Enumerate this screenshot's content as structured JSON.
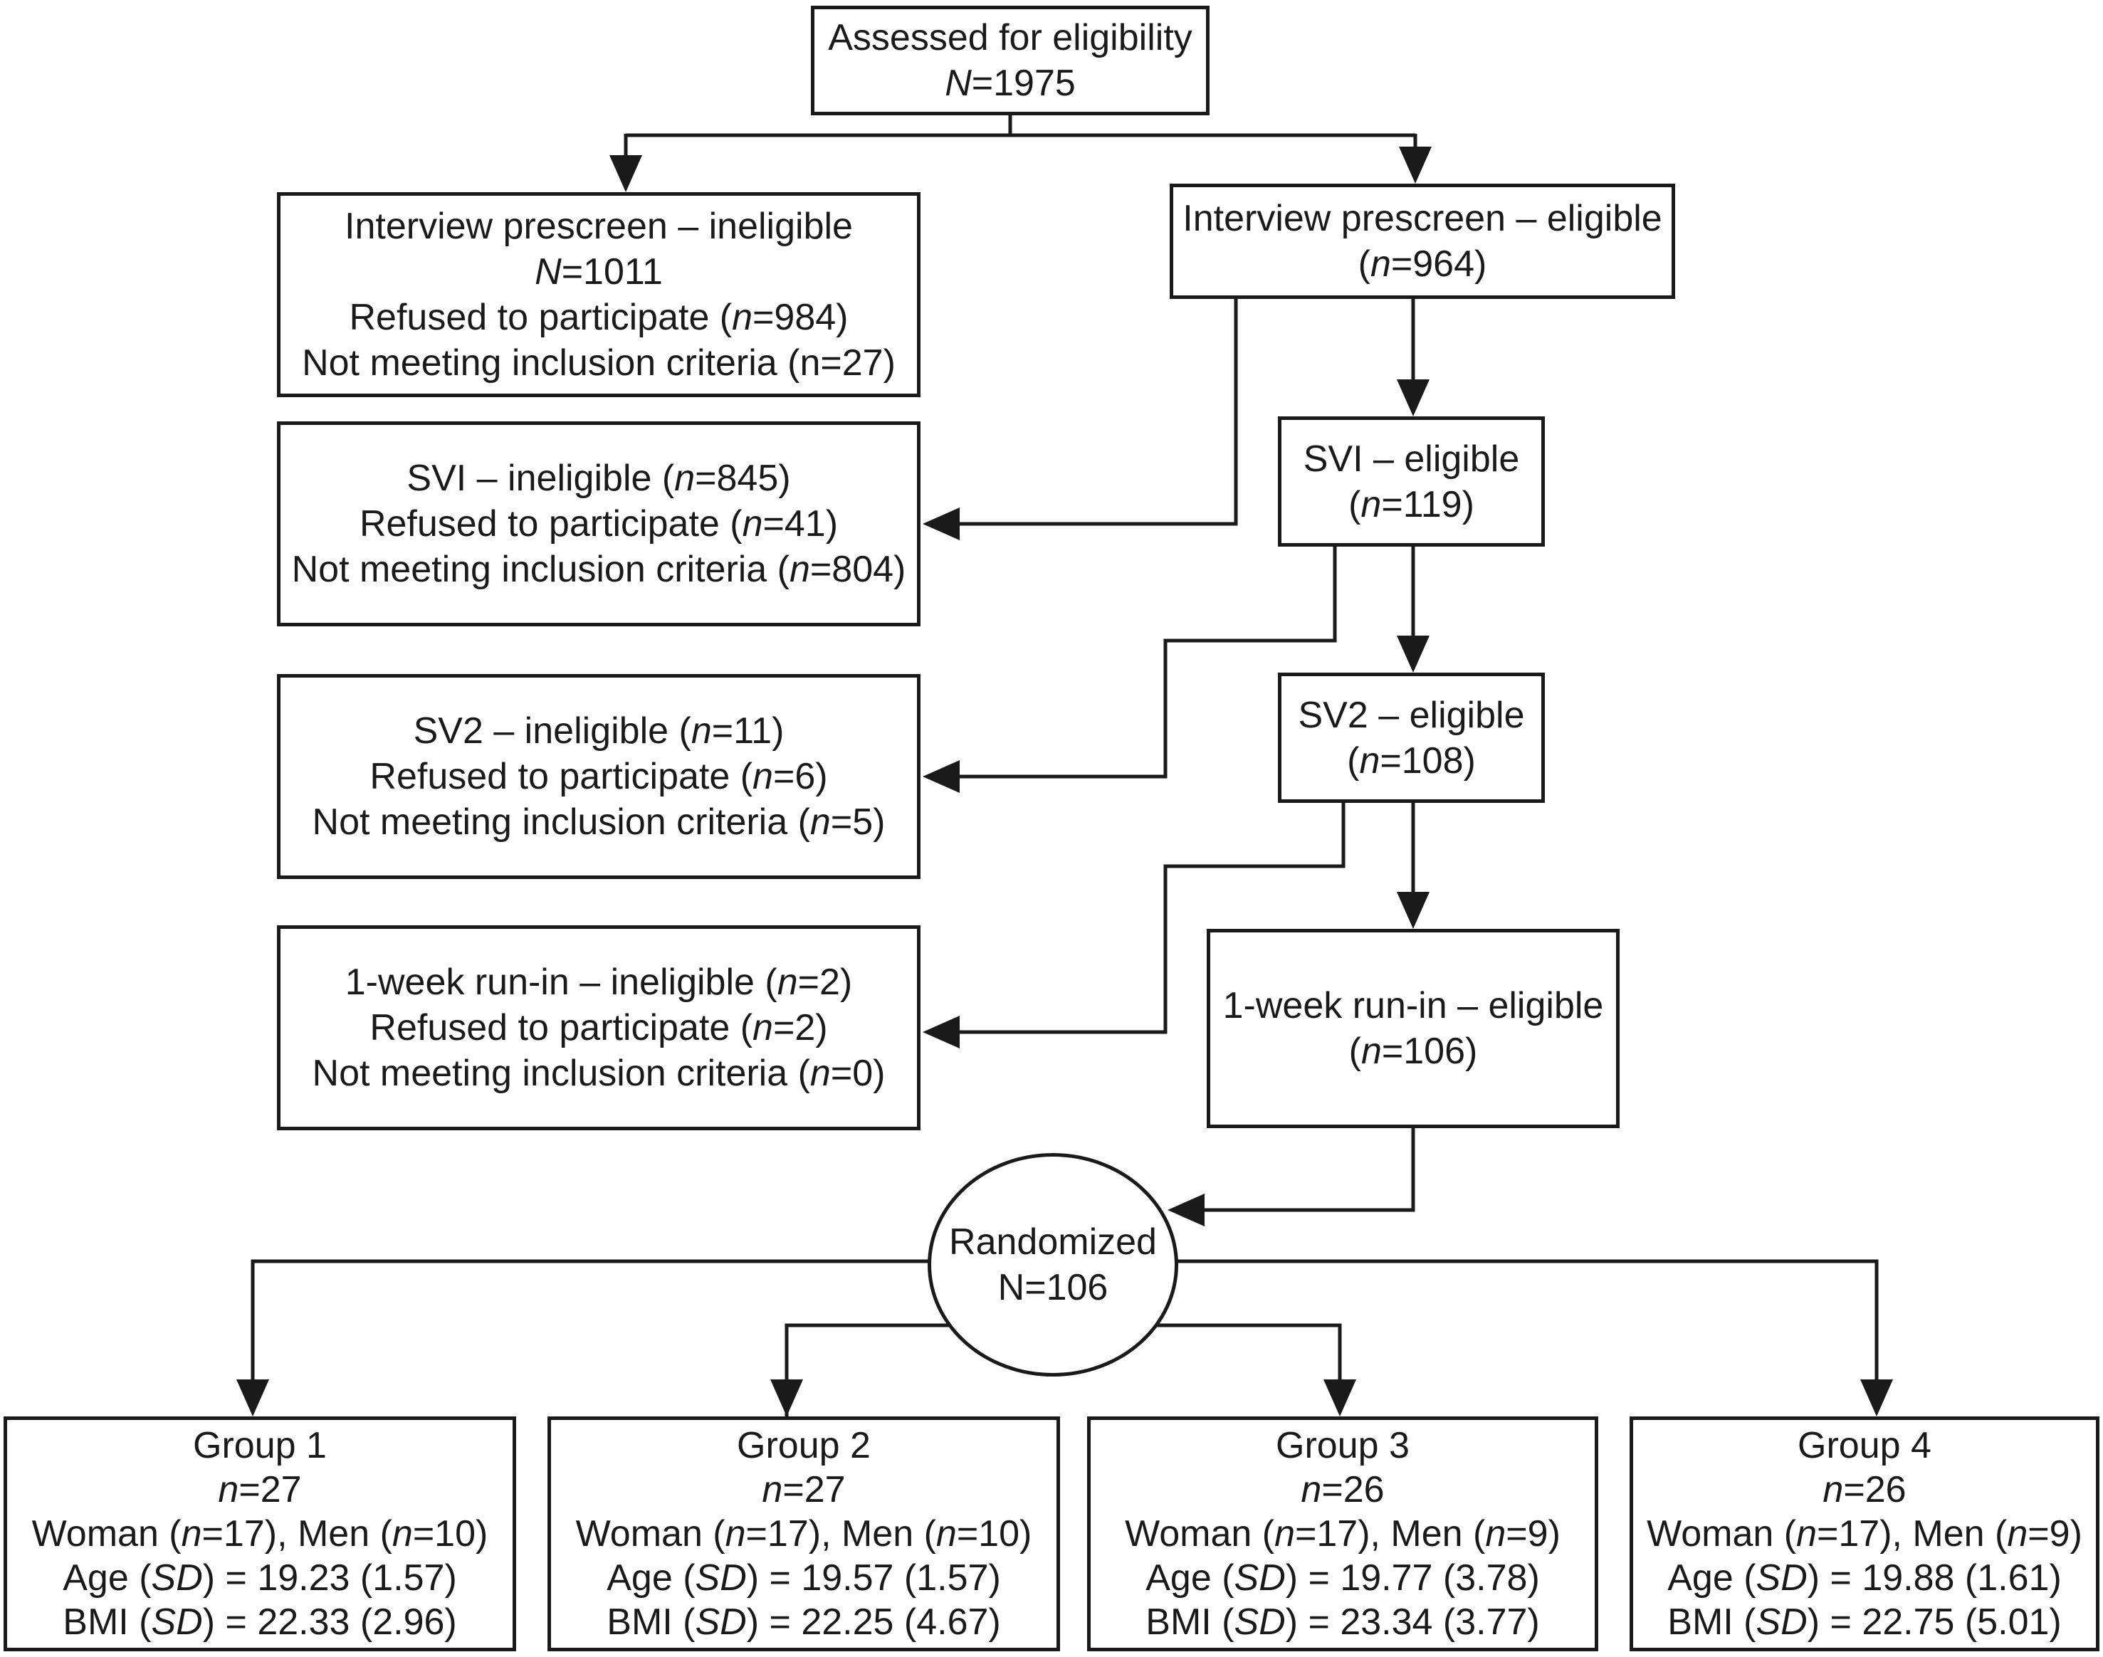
{
  "figure": {
    "ink_color": "#1a1a1a",
    "background_color": "#ffffff",
    "boxes": {
      "assessed": {
        "lines": [
          [
            {
              "t": "Assessed for eligibility"
            }
          ],
          [
            {
              "t": "N",
              "i": true
            },
            {
              "t": "=1975"
            }
          ]
        ]
      },
      "prescreen_ineligible": {
        "lines": [
          [
            {
              "t": "Interview prescreen – ineligible"
            }
          ],
          [
            {
              "t": "N",
              "i": true
            },
            {
              "t": "=1011"
            }
          ],
          [
            {
              "t": "Refused to participate ("
            },
            {
              "t": "n",
              "i": true
            },
            {
              "t": "=984)"
            }
          ],
          [
            {
              "t": "Not meeting inclusion criteria (n=27)"
            }
          ]
        ]
      },
      "prescreen_eligible": {
        "lines": [
          [
            {
              "t": "Interview prescreen – eligible"
            }
          ],
          [
            {
              "t": "("
            },
            {
              "t": "n",
              "i": true
            },
            {
              "t": "=964)"
            }
          ]
        ]
      },
      "svi_ineligible": {
        "lines": [
          [
            {
              "t": "SVI – ineligible ("
            },
            {
              "t": "n",
              "i": true
            },
            {
              "t": "=845)"
            }
          ],
          [
            {
              "t": "Refused to participate ("
            },
            {
              "t": "n",
              "i": true
            },
            {
              "t": "=41)"
            }
          ],
          [
            {
              "t": "Not meeting inclusion criteria ("
            },
            {
              "t": "n",
              "i": true
            },
            {
              "t": "=804)"
            }
          ]
        ]
      },
      "svi_eligible": {
        "lines": [
          [
            {
              "t": "SVI – eligible"
            }
          ],
          [
            {
              "t": "("
            },
            {
              "t": "n",
              "i": true
            },
            {
              "t": "=119)"
            }
          ]
        ]
      },
      "sv2_ineligible": {
        "lines": [
          [
            {
              "t": "SV2 – ineligible ("
            },
            {
              "t": "n",
              "i": true
            },
            {
              "t": "=11)"
            }
          ],
          [
            {
              "t": "Refused to participate ("
            },
            {
              "t": "n",
              "i": true
            },
            {
              "t": "=6)"
            }
          ],
          [
            {
              "t": "Not meeting inclusion criteria ("
            },
            {
              "t": "n",
              "i": true
            },
            {
              "t": "=5)"
            }
          ]
        ]
      },
      "sv2_eligible": {
        "lines": [
          [
            {
              "t": "SV2 – eligible"
            }
          ],
          [
            {
              "t": "("
            },
            {
              "t": "n",
              "i": true
            },
            {
              "t": "=108)"
            }
          ]
        ]
      },
      "runin_ineligible": {
        "lines": [
          [
            {
              "t": "1-week run-in – ineligible ("
            },
            {
              "t": "n",
              "i": true
            },
            {
              "t": "=2)"
            }
          ],
          [
            {
              "t": "Refused to participate ("
            },
            {
              "t": "n",
              "i": true
            },
            {
              "t": "=2)"
            }
          ],
          [
            {
              "t": "Not meeting inclusion criteria ("
            },
            {
              "t": "n",
              "i": true
            },
            {
              "t": "=0)"
            }
          ]
        ]
      },
      "runin_eligible": {
        "lines": [
          [
            {
              "t": "1-week run-in – eligible"
            }
          ],
          [
            {
              "t": "("
            },
            {
              "t": "n",
              "i": true
            },
            {
              "t": "=106)"
            }
          ]
        ]
      },
      "randomized": {
        "lines": [
          [
            {
              "t": "Randomized"
            }
          ],
          [
            {
              "t": "N=106"
            }
          ]
        ]
      },
      "group1": {
        "lines": [
          [
            {
              "t": "Group 1"
            }
          ],
          [
            {
              "t": "n",
              "i": true
            },
            {
              "t": "=27"
            }
          ],
          [
            {
              "t": "Woman ("
            },
            {
              "t": "n",
              "i": true
            },
            {
              "t": "=17), Men ("
            },
            {
              "t": "n",
              "i": true
            },
            {
              "t": "=10)"
            }
          ],
          [
            {
              "t": "Age ("
            },
            {
              "t": "SD",
              "i": true
            },
            {
              "t": ") = 19.23 (1.57)"
            }
          ],
          [
            {
              "t": "BMI ("
            },
            {
              "t": "SD",
              "i": true
            },
            {
              "t": ") = 22.33 (2.96)"
            }
          ]
        ]
      },
      "group2": {
        "lines": [
          [
            {
              "t": "Group 2"
            }
          ],
          [
            {
              "t": "n",
              "i": true
            },
            {
              "t": "=27"
            }
          ],
          [
            {
              "t": "Woman ("
            },
            {
              "t": "n",
              "i": true
            },
            {
              "t": "=17), Men ("
            },
            {
              "t": "n",
              "i": true
            },
            {
              "t": "=10)"
            }
          ],
          [
            {
              "t": "Age ("
            },
            {
              "t": "SD",
              "i": true
            },
            {
              "t": ") = 19.57 (1.57)"
            }
          ],
          [
            {
              "t": "BMI ("
            },
            {
              "t": "SD",
              "i": true
            },
            {
              "t": ") = 22.25 (4.67)"
            }
          ]
        ]
      },
      "group3": {
        "lines": [
          [
            {
              "t": "Group 3"
            }
          ],
          [
            {
              "t": "n",
              "i": true
            },
            {
              "t": "=26"
            }
          ],
          [
            {
              "t": "Woman ("
            },
            {
              "t": "n",
              "i": true
            },
            {
              "t": "=17), Men ("
            },
            {
              "t": "n",
              "i": true
            },
            {
              "t": "=9)"
            }
          ],
          [
            {
              "t": "Age ("
            },
            {
              "t": "SD",
              "i": true
            },
            {
              "t": ") = 19.77 (3.78)"
            }
          ],
          [
            {
              "t": "BMI ("
            },
            {
              "t": "SD",
              "i": true
            },
            {
              "t": ") = 23.34 (3.77)"
            }
          ]
        ]
      },
      "group4": {
        "lines": [
          [
            {
              "t": "Group 4"
            }
          ],
          [
            {
              "t": "n",
              "i": true
            },
            {
              "t": "=26"
            }
          ],
          [
            {
              "t": "Woman ("
            },
            {
              "t": "n",
              "i": true
            },
            {
              "t": "=17), Men ("
            },
            {
              "t": "n",
              "i": true
            },
            {
              "t": "=9)"
            }
          ],
          [
            {
              "t": "Age ("
            },
            {
              "t": "SD",
              "i": true
            },
            {
              "t": ") = 19.88 (1.61)"
            }
          ],
          [
            {
              "t": "BMI ("
            },
            {
              "t": "SD",
              "i": true
            },
            {
              "t": ") = 22.75 (5.01)"
            }
          ]
        ]
      }
    }
  }
}
